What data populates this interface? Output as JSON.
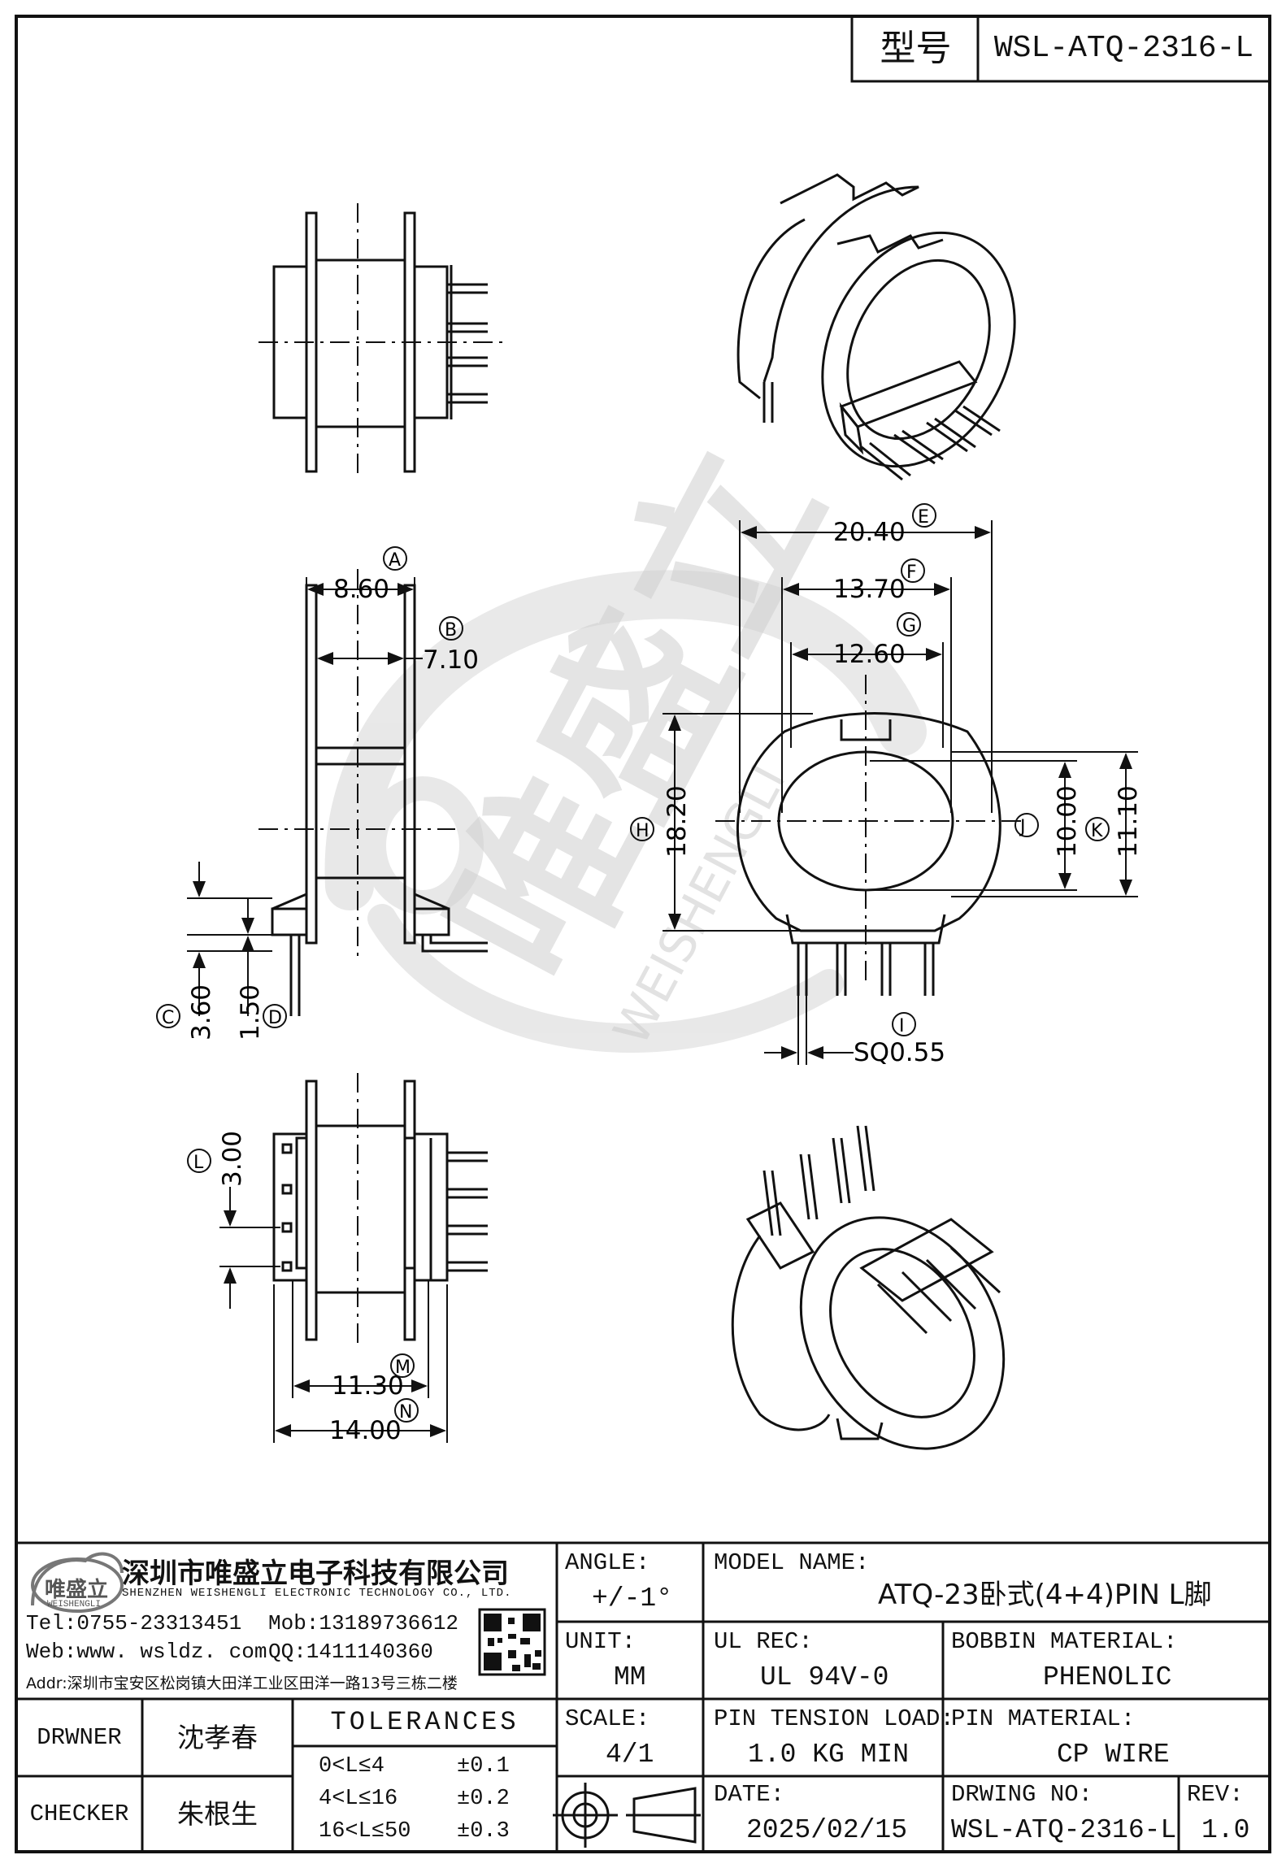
{
  "title_box": {
    "label": "型号",
    "value": "WSL-ATQ-2316-L"
  },
  "watermark": {
    "brand_cn": "唯盛立",
    "brand_en": "WEISHENGLI"
  },
  "dimensions": {
    "A": {
      "letter": "A",
      "value": "8.60"
    },
    "B": {
      "letter": "B",
      "value": "7.10"
    },
    "C": {
      "letter": "C",
      "value": "3.60"
    },
    "D": {
      "letter": "D",
      "value": "1.50"
    },
    "E": {
      "letter": "E",
      "value": "20.40"
    },
    "F": {
      "letter": "F",
      "value": "13.70"
    },
    "G": {
      "letter": "G",
      "value": "12.60"
    },
    "H": {
      "letter": "H",
      "value": "18.20"
    },
    "J": {
      "letter": "J",
      "value": "10.00"
    },
    "K": {
      "letter": "K",
      "value": "11.10"
    },
    "I": {
      "letter": "I",
      "value": "SQ0.55"
    },
    "L": {
      "letter": "L",
      "value": "3.00"
    },
    "M": {
      "letter": "M",
      "value": "11.30"
    },
    "N": {
      "letter": "N",
      "value": "14.00"
    }
  },
  "company": {
    "logo_cn": "唯盛立",
    "logo_en": "WEISHENGLI",
    "name_cn": "深圳市唯盛立电子科技有限公司",
    "name_en": "SHENZHEN WEISHENGLI ELECTRONIC TECHNOLOGY CO., LTD.",
    "tel": "Tel:0755-23313451",
    "mob": "Mob:13189736612",
    "web": "Web:www. wsldz. com",
    "qq": "QQ:1411140360",
    "addr": "Addr:深圳市宝安区松岗镇大田洋工业区田洋一路13号三栋二楼"
  },
  "people": {
    "drawner_label": "DRWNER",
    "drawner_name": "沈孝春",
    "checker_label": "CHECKER",
    "checker_name": "朱根生"
  },
  "tolerances": {
    "title": "TOLERANCES",
    "rows": [
      {
        "range": "0<L≤4",
        "tol": "±0.1"
      },
      {
        "range": "4<L≤16",
        "tol": "±0.2"
      },
      {
        "range": "16<L≤50",
        "tol": "±0.3"
      }
    ]
  },
  "specs": {
    "angle_label": "ANGLE:",
    "angle_value": "+/-1°",
    "model_label": "MODEL NAME:",
    "model_value": "ATQ-23卧式(4+4)PIN L脚",
    "unit_label": "UNIT:",
    "unit_value": "MM",
    "ul_label": "UL REC:",
    "ul_value": "UL 94V-0",
    "bobbin_label": "BOBBIN MATERIAL:",
    "bobbin_value": "PHENOLIC",
    "scale_label": "SCALE:",
    "scale_value": "4/1",
    "tension_label": "PIN TENSION LOAD:",
    "tension_value": "1.0 KG MIN",
    "pin_label": "PIN MATERIAL:",
    "pin_value": "CP WIRE",
    "date_label": "DATE:",
    "date_value": "2025/02/15",
    "drwing_label": "DRWING NO:",
    "drwing_value": "WSL-ATQ-2316-L",
    "rev_label": "REV:",
    "rev_value": "1.0"
  }
}
